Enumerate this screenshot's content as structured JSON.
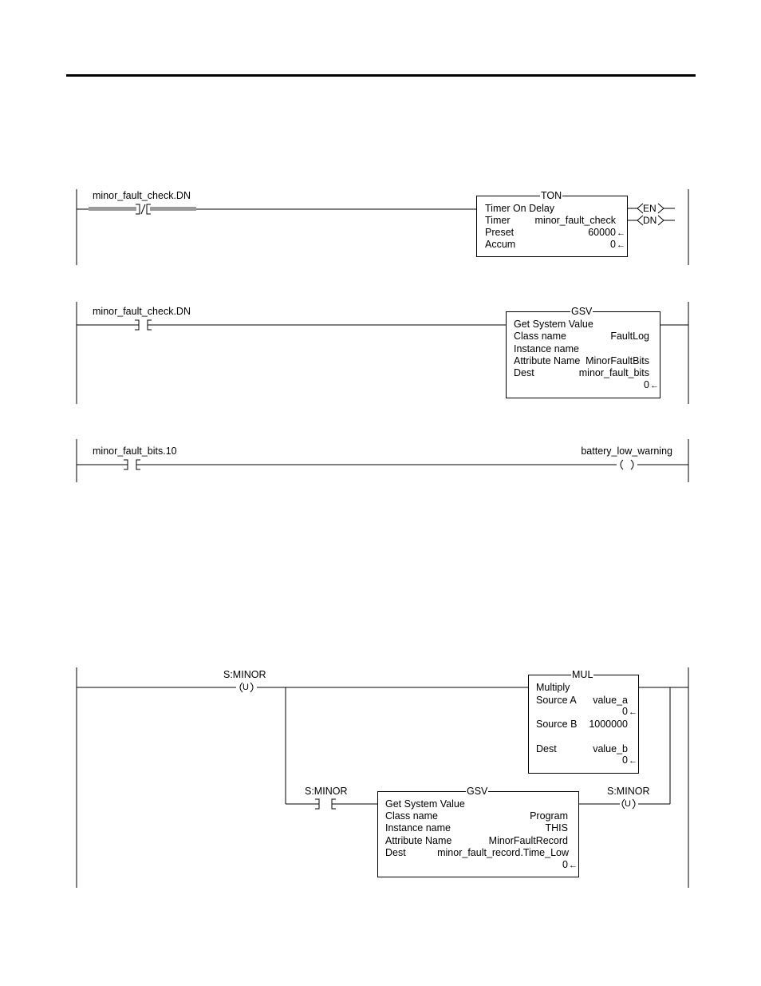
{
  "rung1": {
    "contact_tag": "minor_fault_check.DN",
    "block": {
      "title": "TON",
      "name": "Timer On Delay",
      "rows": [
        {
          "label": "Timer",
          "value": "minor_fault_check"
        },
        {
          "label": "Preset",
          "value": "60000"
        },
        {
          "label": "Accum",
          "value": "0"
        }
      ]
    },
    "outputs": [
      "EN",
      "DN"
    ]
  },
  "rung2": {
    "contact_tag": "minor_fault_check.DN",
    "block": {
      "title": "GSV",
      "name": "Get System Value",
      "rows": [
        {
          "label": "Class name",
          "value": "FaultLog"
        },
        {
          "label": "Instance name",
          "value": ""
        },
        {
          "label": "Attribute Name",
          "value": "MinorFaultBits"
        },
        {
          "label": "Dest",
          "value": "minor_fault_bits"
        }
      ],
      "dest_value": "0"
    }
  },
  "rung3": {
    "contact_tag": "minor_fault_bits.10",
    "coil_tag": "battery_low_warning"
  },
  "rung4": {
    "contact1_tag": "S:MINOR",
    "contact1_symbol": "U",
    "mul_block": {
      "title": "MUL",
      "name": "Multiply",
      "source_a_label": "Source A",
      "source_a_value": "value_a",
      "source_a_current": "0",
      "source_b_label": "Source B",
      "source_b_value": "1000000",
      "dest_label": "Dest",
      "dest_value": "value_b",
      "dest_current": "0"
    },
    "contact2_tag": "S:MINOR",
    "gsv_block": {
      "title": "GSV",
      "name": "Get System Value",
      "rows": [
        {
          "label": "Class name",
          "value": "Program"
        },
        {
          "label": "Instance name",
          "value": "THIS"
        },
        {
          "label": "Attribute Name",
          "value": "MinorFaultRecord"
        },
        {
          "label": "Dest",
          "value": "minor_fault_record.Time_Low"
        }
      ],
      "dest_value": "0"
    },
    "coil_tag": "S:MINOR",
    "coil_symbol": "U"
  },
  "arrow_glyph": "←"
}
